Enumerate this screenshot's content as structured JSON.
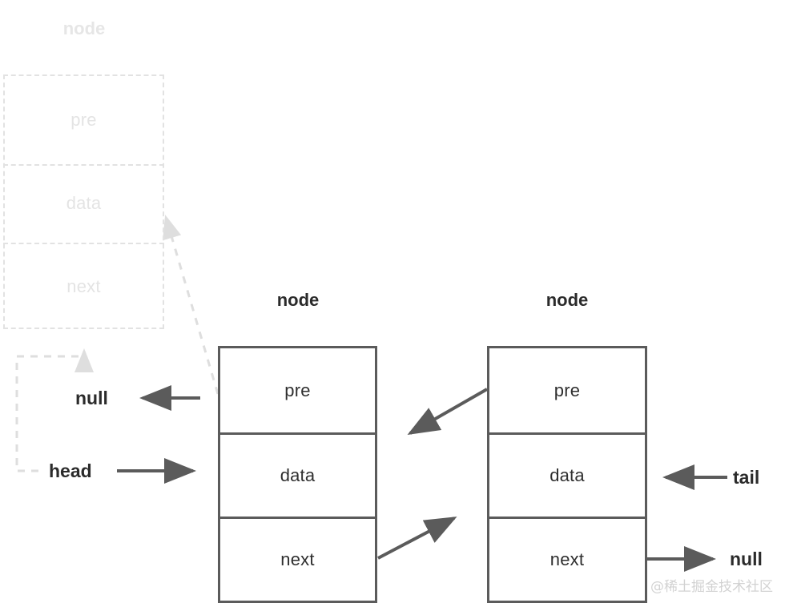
{
  "diagram": {
    "title_text": "node",
    "watermark": "@稀土掘金技术社区",
    "colors": {
      "stroke": "#5b5b5b",
      "text": "#2b2b2b",
      "ghost": "#e2e2e2",
      "ghost_text": "#e4e4e4",
      "background": "#ffffff",
      "watermark": "#d2d2d2"
    }
  },
  "nodes": [
    {
      "id": "ghost-node",
      "caption": "node",
      "state": "ghost",
      "cells": [
        {
          "label": "pre"
        },
        {
          "label": "data"
        },
        {
          "label": "next"
        }
      ]
    },
    {
      "id": "head-node",
      "caption": "node",
      "state": "solid",
      "cells": [
        {
          "label": "pre"
        },
        {
          "label": "data"
        },
        {
          "label": "next"
        }
      ]
    },
    {
      "id": "tail-node",
      "caption": "node",
      "state": "solid",
      "cells": [
        {
          "label": "pre"
        },
        {
          "label": "data"
        },
        {
          "label": "next"
        }
      ]
    }
  ],
  "pointers": [
    {
      "id": "head-null",
      "label": "null"
    },
    {
      "id": "head-ref",
      "label": "head"
    },
    {
      "id": "tail-ref",
      "label": "tail"
    },
    {
      "id": "tail-null",
      "label": "null"
    }
  ]
}
